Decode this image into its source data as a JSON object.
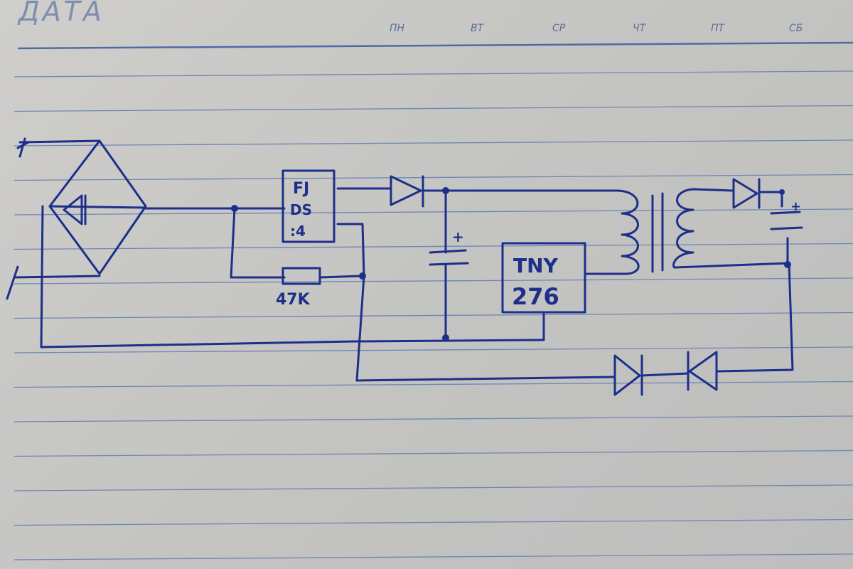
{
  "header": {
    "title": "ДАТА",
    "days": [
      "ПН",
      "ВТ",
      "СР",
      "ЧТ",
      "ПТ",
      "СБ"
    ]
  },
  "diagram": {
    "controller_label": [
      "FJ",
      "DS",
      ":4"
    ],
    "resistor_label": "47K",
    "ic_label": [
      "TNY",
      "276"
    ],
    "capacitor_polarity": "+",
    "output_polarity": "+"
  },
  "colors": {
    "ink": "#1d2f8a",
    "rule": "#6f86b3",
    "paper": "#c9c8c4"
  }
}
